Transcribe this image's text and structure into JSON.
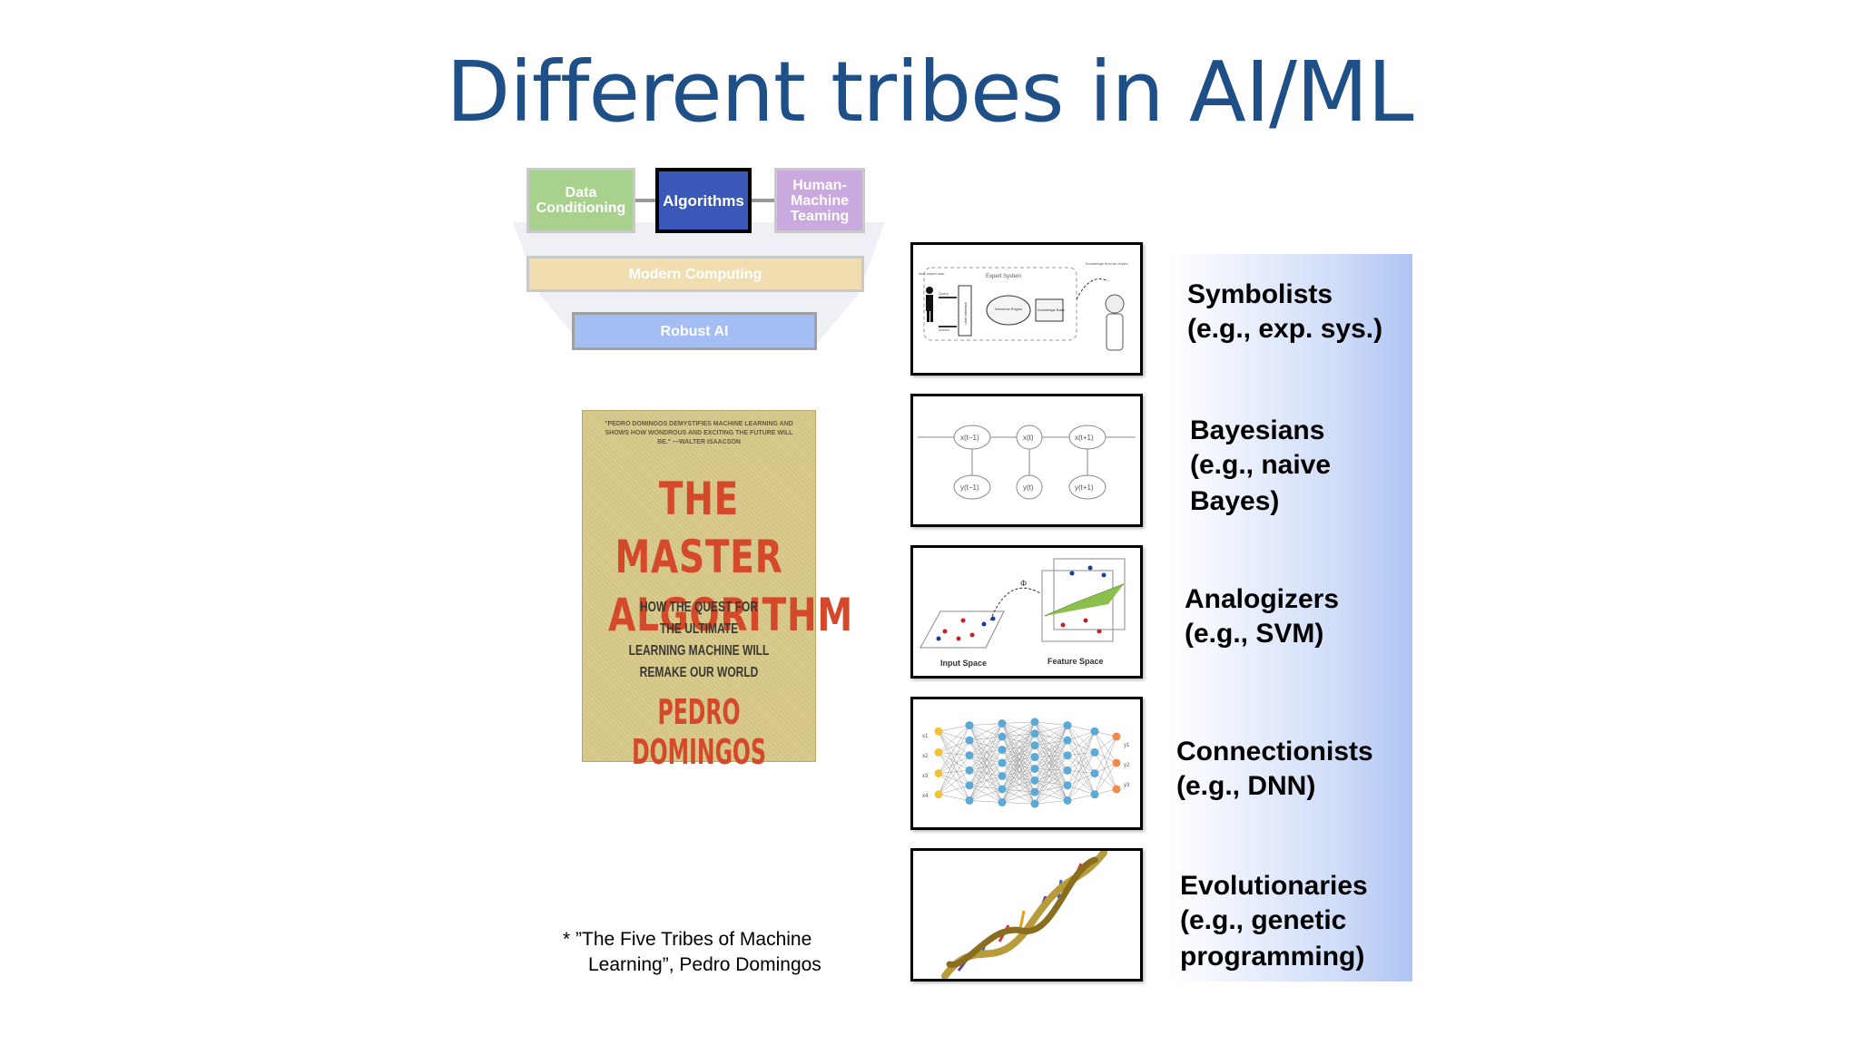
{
  "slide": {
    "title": "Different tribes in AI/ML"
  },
  "diagram": {
    "data_conditioning": "Data Conditioning",
    "algorithms": "Algorithms",
    "human_machine_teaming": "Human-Machine Teaming",
    "modern_computing": "Modern Computing",
    "robust_ai": "Robust AI"
  },
  "book": {
    "quote": "\"PEDRO DOMINGOS DEMYSTIFIES MACHINE LEARNING AND SHOWS HOW WONDROUS AND EXCITING THE FUTURE WILL BE.\" —WALTER ISAACSON",
    "title_line1": "THE MASTER",
    "title_line2": "ALGORITHM",
    "subtitle_lines": [
      "HOW THE QUEST FOR",
      "THE ULTIMATE",
      "LEARNING MACHINE WILL",
      "REMAKE OUR WORLD"
    ],
    "author": "PEDRO DOMINGOS"
  },
  "footnote": {
    "line1": "* ”The Five Tribes of Machine",
    "line2": "Learning”, Pedro Domingos"
  },
  "tribes": [
    {
      "name": "Symbolists",
      "example_lines": [
        "(e.g., exp. sys.)"
      ]
    },
    {
      "name": "Bayesians",
      "example_lines": [
        "(e.g., naive",
        "Bayes)"
      ]
    },
    {
      "name": "Analogizers",
      "example_lines": [
        "(e.g., SVM)"
      ]
    },
    {
      "name": "Connectionists",
      "example_lines": [
        "(e.g., DNN)"
      ]
    },
    {
      "name": "Evolutionaries",
      "example_lines": [
        "(e.g., genetic",
        "programming)"
      ]
    }
  ],
  "panels": {
    "expert_system": {
      "expert_system": "Expert System",
      "non_expert_user": "Non-expert user",
      "query": "Query",
      "advice": "Advice",
      "user_interface": "User Interface",
      "inference_engine": "Inference Engine",
      "knowledge_base": "Knowledge Base",
      "knowledge_from_expert": "Knowledge from an expert"
    },
    "hmm": {
      "states": [
        "x(t−1)",
        "x(t)",
        "x(t+1)"
      ],
      "observations": [
        "y(t−1)",
        "y(t)",
        "y(t+1)"
      ]
    },
    "svm": {
      "phi": "Φ",
      "input_space": "Input Space",
      "feature_space": "Feature Space"
    },
    "nn": {
      "inputs": [
        "x1",
        "x2",
        "x3",
        "x4"
      ],
      "outputs": [
        "y1",
        "y2",
        "y3"
      ]
    }
  },
  "colors": {
    "title": "#1f4f87",
    "book_red": "#d4492a",
    "band": "#aec4f3"
  }
}
